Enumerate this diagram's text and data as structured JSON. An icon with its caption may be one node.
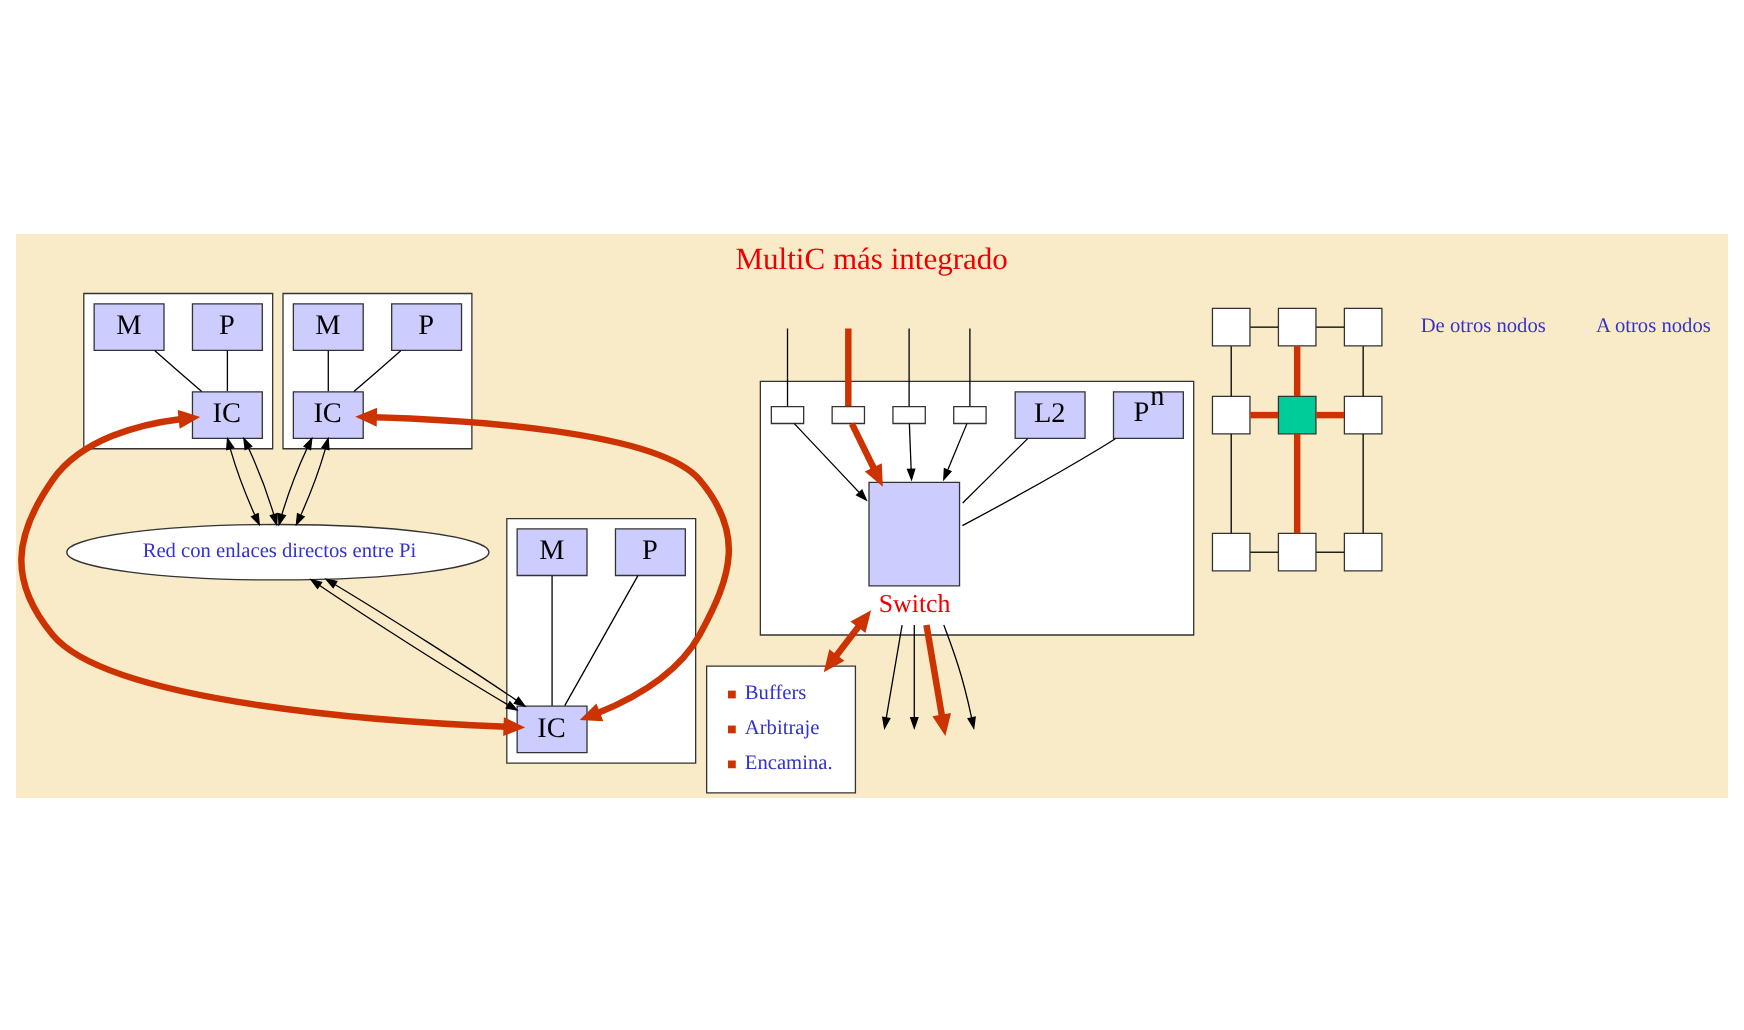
{
  "diagram": {
    "title": "MultiC más integrado",
    "nodes": [
      {
        "text": [],
        "shape": "box"
      },
      {
        "text": [
          "P"
        ],
        "in": 0
      },
      {
        "text": [
          "M"
        ],
        "in": 0
      },
      {
        "text": [
          "IC"
        ],
        "in": 0
      },
      {
        "text": [],
        "shape": "box"
      },
      {
        "text": [
          "P"
        ],
        "in": 4
      },
      {
        "text": [
          "M"
        ],
        "in": 4
      },
      {
        "text": [
          "IC"
        ],
        "in": 4
      },
      {
        "text": [
          "Red con enlaces directos entre Pi"
        ]
      },
      {
        "text": [],
        "shape": "box"
      },
      {
        "text": [
          "IC"
        ],
        "in": 9
      },
      {
        "text": [
          "P"
        ],
        "in": 9
      },
      {
        "text": [
          "M"
        ],
        "in": 9
      },
      {
        "text": [],
        "shape": "box"
      },
      {
        "text": [],
        "shape": "box",
        "in": 13,
        "beside": [
          "Switch"
        ]
      },
      {
        "text": [
          "P$^{n}$"
        ],
        "in": 13
      },
      {
        "text": [
          "L2"
        ],
        "in": 13
      },
      {
        "text": [],
        "shape": "box",
        "in": 13
      },
      {
        "text": [],
        "shape": "box",
        "in": 13
      },
      {
        "text": [],
        "shape": "box",
        "in": 13
      },
      {
        "text": [],
        "shape": "box",
        "in": 13
      },
      {
        "text": [
          "Buffers",
          "Arbitraje",
          "Encamina."
        ]
      },
      {
        "text": [],
        "shape": "box"
      },
      {
        "text": [],
        "shape": "box"
      },
      {
        "text": [],
        "shape": "box"
      },
      {
        "text": [],
        "shape": "box"
      },
      {
        "text": [],
        "shape": "box"
      },
      {
        "text": [],
        "shape": "box"
      },
      {
        "text": [],
        "shape": "box"
      },
      {
        "text": [],
        "shape": "box"
      },
      {
        "text": [],
        "shape": "box"
      }
    ],
    "edges": [
      {
        "from": 1,
        "to": 3,
        "arrow": "none"
      },
      {
        "from": 2,
        "to": 3,
        "arrow": "none"
      },
      {
        "from": 5,
        "to": 7,
        "arrow": "none"
      },
      {
        "from": 6,
        "to": 7,
        "arrow": "none"
      },
      {
        "from": 11,
        "to": 10,
        "arrow": "none"
      },
      {
        "from": 12,
        "to": 10,
        "arrow": "none"
      },
      {
        "from": 3,
        "to": 8,
        "arrow": "both"
      },
      {
        "from": 3,
        "to": 8,
        "arrow": "both"
      },
      {
        "from": 7,
        "to": 8,
        "arrow": "both"
      },
      {
        "from": 7,
        "to": 8,
        "arrow": "both"
      },
      {
        "from": 8,
        "to": 10,
        "arrow": "both"
      },
      {
        "from": 8,
        "to": 10,
        "arrow": "both"
      },
      {
        "from": 3,
        "to": 10,
        "arrow": "both",
        "style": "thick",
        "color": "#cc3300"
      },
      {
        "from": 7,
        "to": 10,
        "arrow": "both",
        "style": "thick",
        "color": "#cc3300"
      },
      {
        "from": null,
        "to": 17,
        "arrow": "none"
      },
      {
        "from": null,
        "to": 18,
        "arrow": "none",
        "style": "thick",
        "color": "#cc3300"
      },
      {
        "from": null,
        "to": 19,
        "arrow": "none"
      },
      {
        "from": null,
        "to": 20,
        "arrow": "none"
      },
      {
        "from": 17,
        "to": 14,
        "arrow": "to"
      },
      {
        "from": 18,
        "to": 14,
        "arrow": "to",
        "style": "thick",
        "color": "#cc3300"
      },
      {
        "from": 19,
        "to": 14,
        "arrow": "to"
      },
      {
        "from": 20,
        "to": 14,
        "arrow": "to"
      },
      {
        "from": 14,
        "to": null,
        "arrow": "to"
      },
      {
        "from": 14,
        "to": null,
        "arrow": "to"
      },
      {
        "from": 14,
        "to": null,
        "arrow": "to",
        "style": "thick",
        "color": "#cc3300"
      },
      {
        "from": 14,
        "to": null,
        "arrow": "to"
      },
      {
        "from": 15,
        "to": 14,
        "arrow": "none"
      },
      {
        "from": 16,
        "to": 14,
        "arrow": "none"
      },
      {
        "from": 14,
        "to": 21,
        "arrow": "both",
        "style": "thick",
        "color": "#cc3300"
      },
      {
        "from": 22,
        "to": 23,
        "arrow": "none"
      },
      {
        "from": 23,
        "to": 24,
        "arrow": "none"
      },
      {
        "from": 25,
        "to": 26,
        "arrow": "none",
        "style": "thick",
        "color": "#cc3300"
      },
      {
        "from": 26,
        "to": 27,
        "arrow": "none",
        "style": "thick",
        "color": "#cc3300"
      },
      {
        "from": 28,
        "to": 29,
        "arrow": "none"
      },
      {
        "from": 29,
        "to": 30,
        "arrow": "none"
      },
      {
        "from": 22,
        "to": 25,
        "arrow": "none"
      },
      {
        "from": 25,
        "to": 28,
        "arrow": "none"
      },
      {
        "from": 23,
        "to": 26,
        "arrow": "none",
        "style": "thick",
        "color": "#cc3300"
      },
      {
        "from": 26,
        "to": 29,
        "arrow": "none",
        "style": "thick",
        "color": "#cc3300"
      },
      {
        "from": 24,
        "to": 27,
        "arrow": "none"
      },
      {
        "from": 27,
        "to": 30,
        "arrow": "none"
      }
    ],
    "labels": [
      "De otros nodos",
      "A otros nodos"
    ]
  }
}
